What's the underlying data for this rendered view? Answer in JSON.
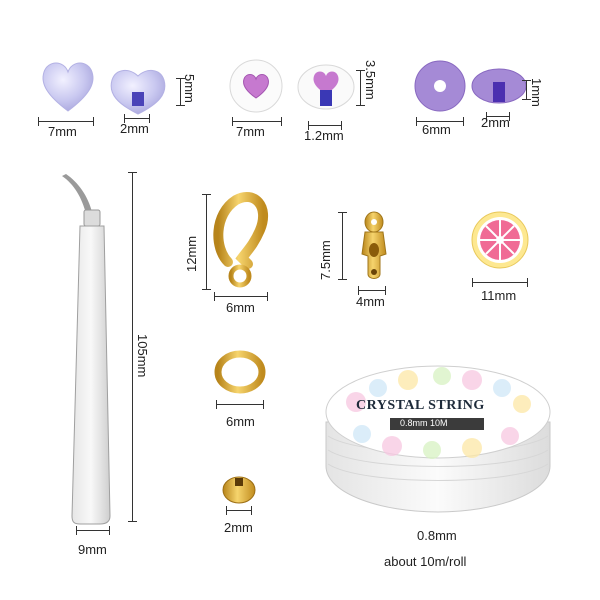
{
  "beads_heart": {
    "width": "7mm",
    "hole": "2mm",
    "thickness": "5mm"
  },
  "beads_letter": {
    "width": "7mm",
    "hole": "1.2mm",
    "thickness": "3.5mm"
  },
  "beads_clay": {
    "width": "6mm",
    "hole": "2mm",
    "thickness": "1mm"
  },
  "tweezers": {
    "length": "105mm",
    "width": "9mm"
  },
  "lobster_clasp": {
    "height": "12mm",
    "width": "6mm"
  },
  "bead_tip": {
    "height": "7.5mm",
    "width": "4mm"
  },
  "fruit_slice": {
    "width": "11mm"
  },
  "jump_ring": {
    "width": "6mm"
  },
  "spacer_bead": {
    "width": "2mm"
  },
  "crystal_string": {
    "brand": "CRYSTAL STRING",
    "spec": "0.8mm 10M",
    "diameter": "0.8mm",
    "length": "about 10m/roll"
  },
  "colors": {
    "lavender": "#c9c8f0",
    "purple": "#9b7bc9",
    "gold": "#d9a62a",
    "pink": "#f06b95"
  }
}
